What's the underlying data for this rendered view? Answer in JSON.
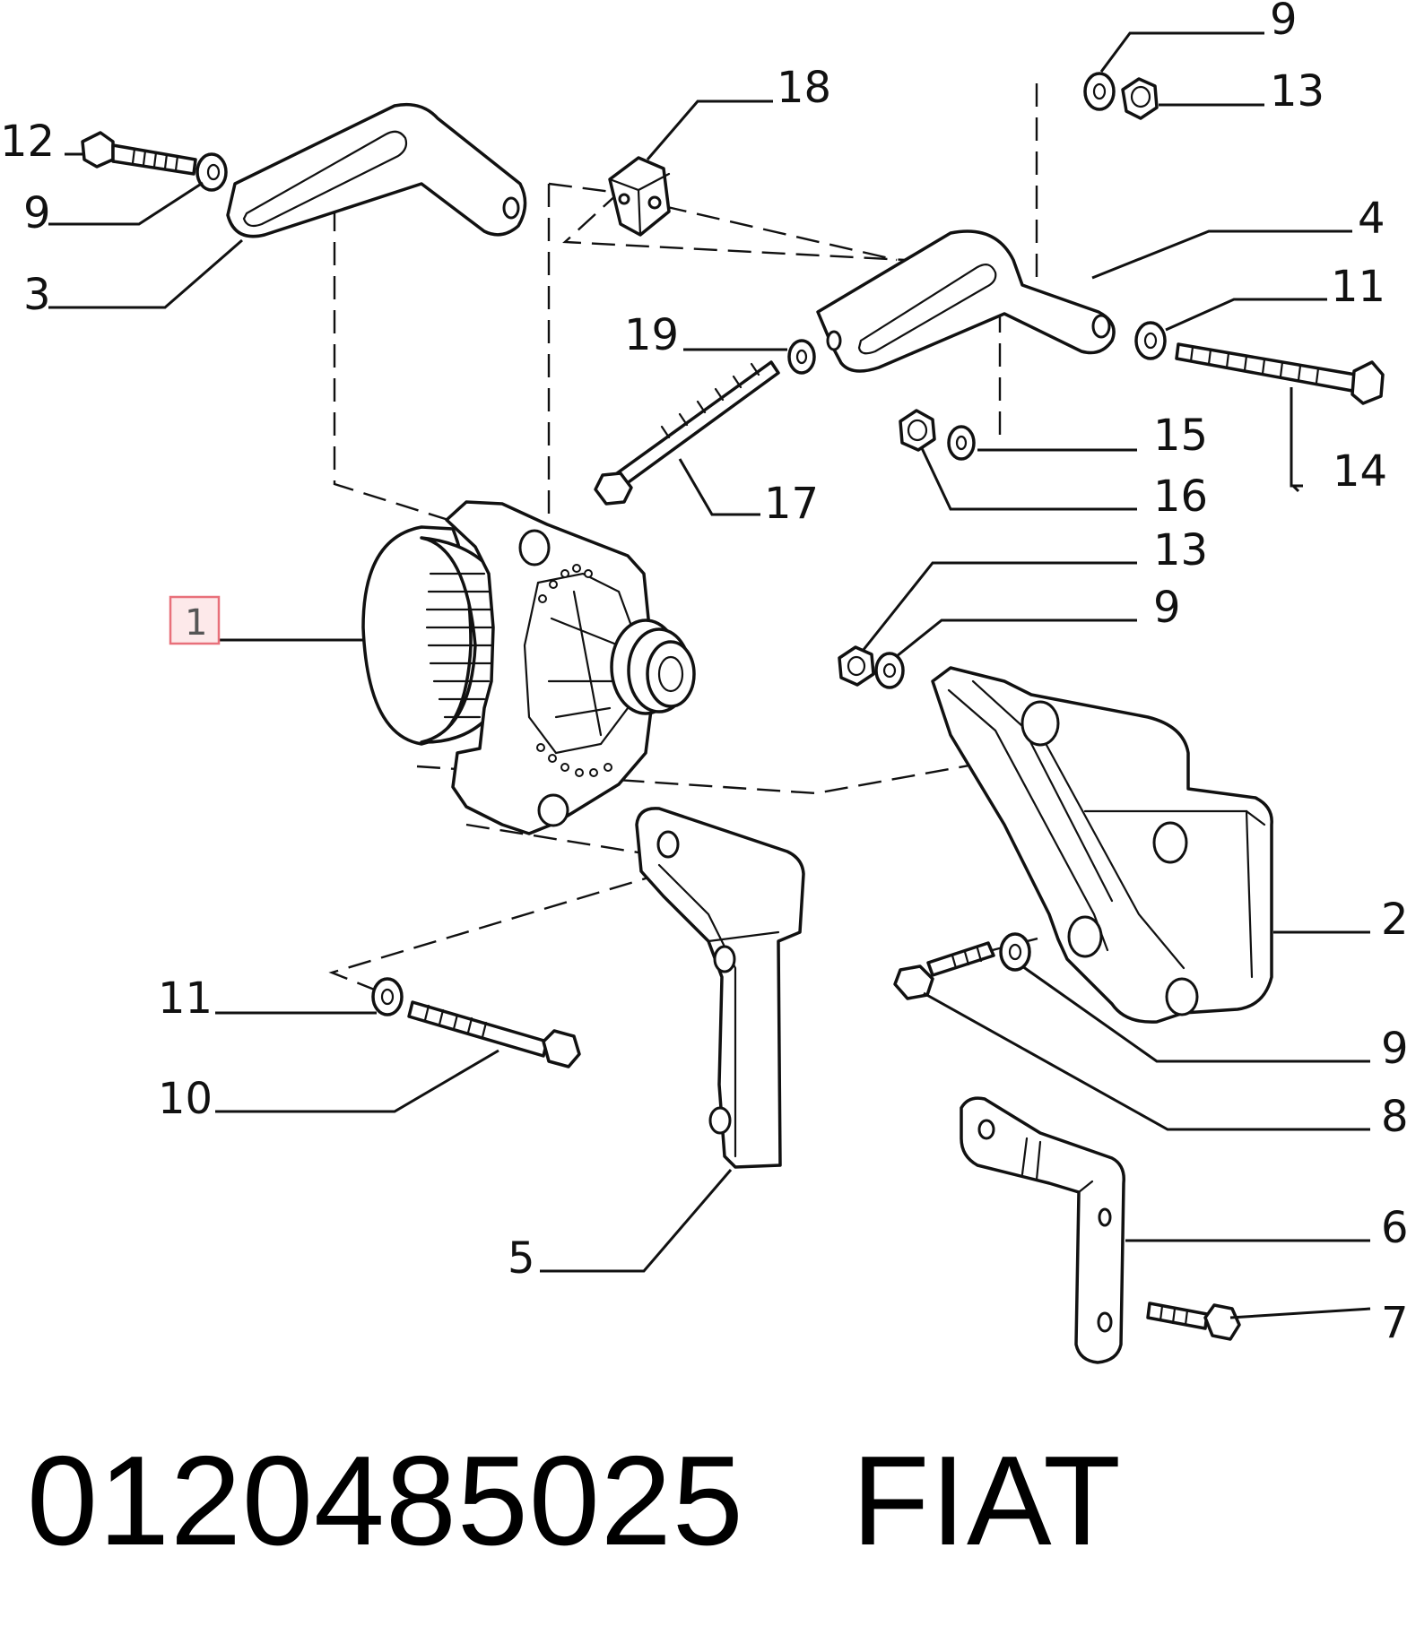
{
  "callouts": [
    {
      "id": "c12a",
      "text": "12"
    },
    {
      "id": "c9a",
      "text": "9"
    },
    {
      "id": "c3",
      "text": "3"
    },
    {
      "id": "c18",
      "text": "18"
    },
    {
      "id": "c9b",
      "text": "9"
    },
    {
      "id": "c13a",
      "text": "13"
    },
    {
      "id": "c4",
      "text": "4"
    },
    {
      "id": "c11a",
      "text": "11"
    },
    {
      "id": "c19",
      "text": "19"
    },
    {
      "id": "c15",
      "text": "15"
    },
    {
      "id": "c14",
      "text": "14"
    },
    {
      "id": "c16",
      "text": "16"
    },
    {
      "id": "c17",
      "text": "17"
    },
    {
      "id": "c13b",
      "text": "13"
    },
    {
      "id": "c9c",
      "text": "9"
    },
    {
      "id": "c1",
      "text": "1",
      "highlighted": true
    },
    {
      "id": "c2",
      "text": "2"
    },
    {
      "id": "c11b",
      "text": "11"
    },
    {
      "id": "c9d",
      "text": "9"
    },
    {
      "id": "c10",
      "text": "10"
    },
    {
      "id": "c8",
      "text": "8"
    },
    {
      "id": "c6",
      "text": "6"
    },
    {
      "id": "c5",
      "text": "5"
    },
    {
      "id": "c7",
      "text": "7"
    }
  ],
  "footer": {
    "part_number": "0120485025",
    "brand": "FIAT"
  },
  "colors": {
    "ink": "#111111",
    "highlight_fill": "#fde9ea",
    "highlight_border": "#e8707a"
  }
}
